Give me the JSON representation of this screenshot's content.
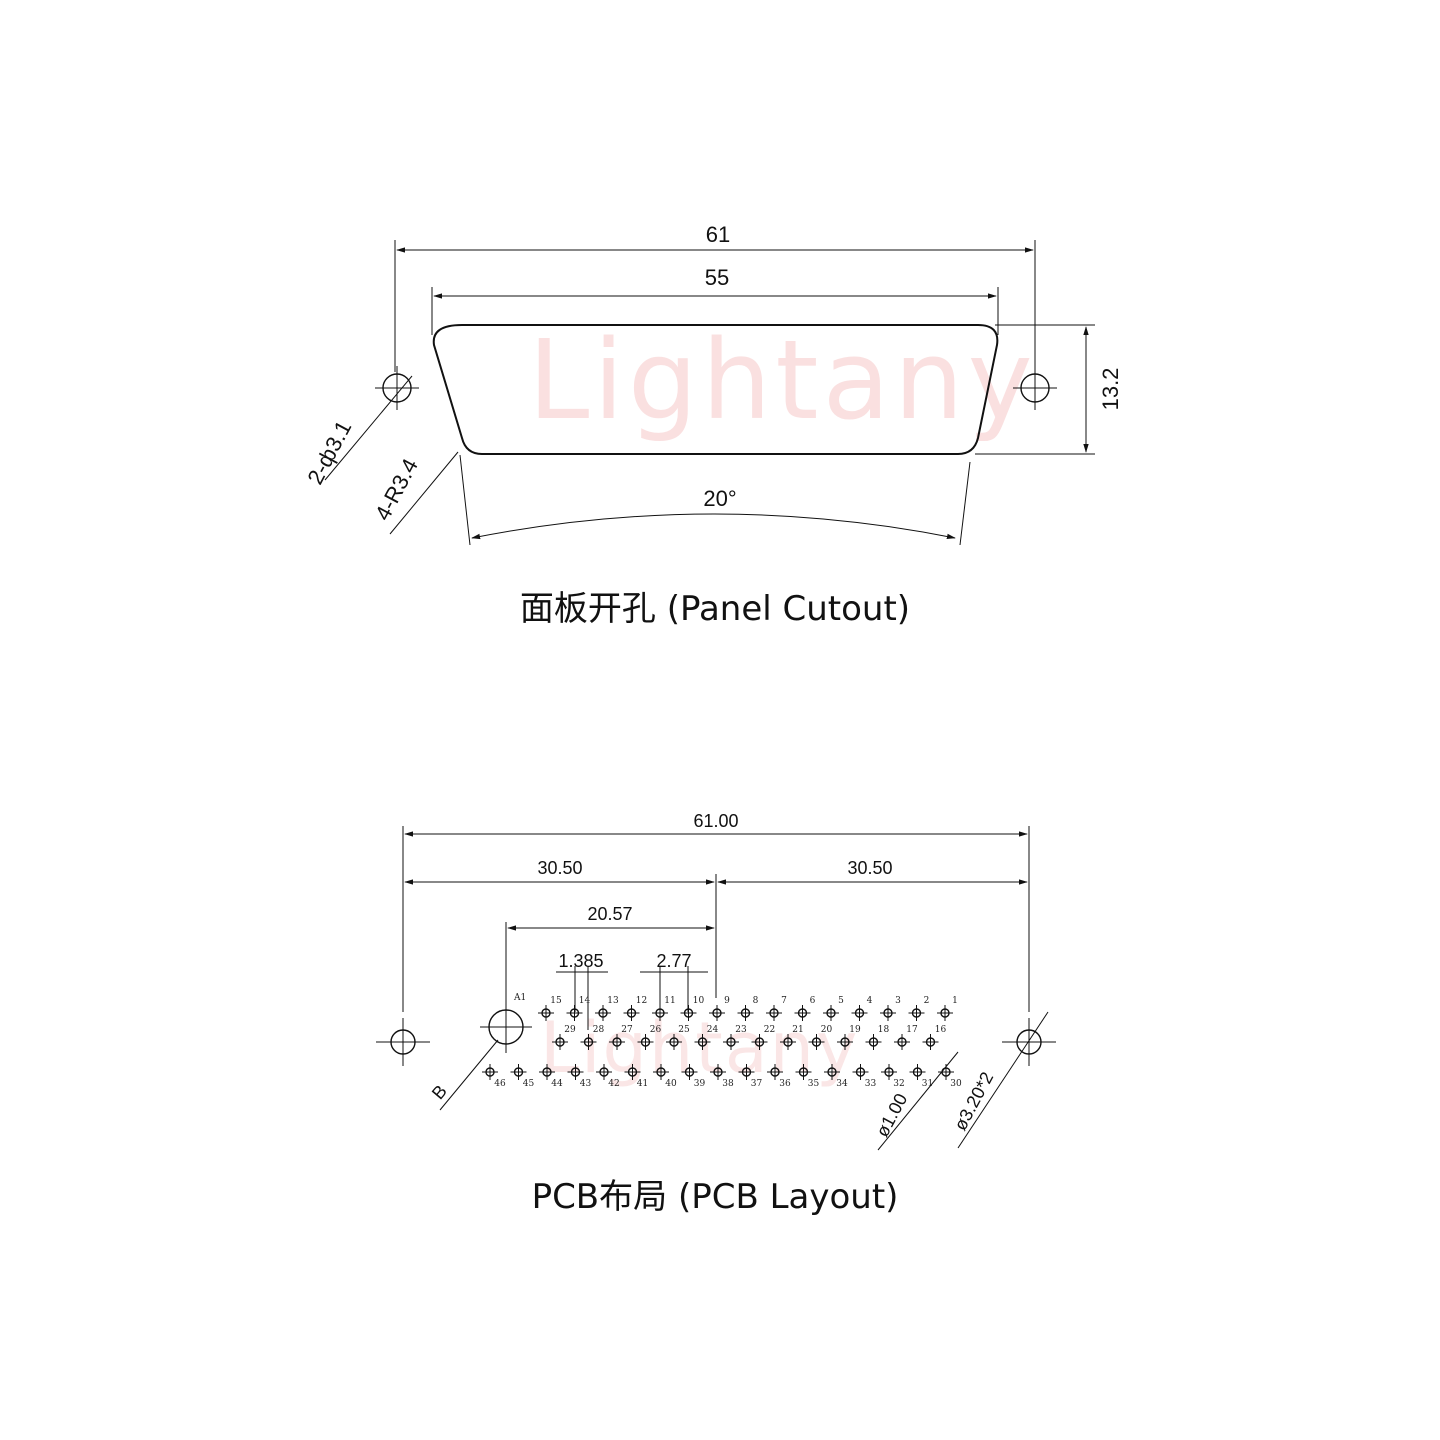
{
  "watermark": "Lightany",
  "panel": {
    "dim_overall": "61",
    "dim_inner": "55",
    "dim_height": "13.2",
    "dim_angle": "20°",
    "callout_holes": "2-ф3.1",
    "callout_radius": "4-R3.4",
    "caption": "面板开孔 (Panel Cutout)"
  },
  "pcb": {
    "dim_overall": "61.00",
    "dim_half_left": "30.50",
    "dim_half_right": "30.50",
    "dim_offset": "20.57",
    "dim_pitch_half": "1.385",
    "dim_pitch": "2.77",
    "label_a1": "A1",
    "label_b": "B",
    "callout_pin": "ø1.00",
    "callout_mount": "ø3.20*2",
    "caption": "PCB布局 (PCB Layout)",
    "row1_pins": [
      "15",
      "14",
      "13",
      "12",
      "11",
      "10",
      "9",
      "8",
      "7",
      "6",
      "5",
      "4",
      "3",
      "2",
      "1"
    ],
    "row2_pins": [
      "29",
      "28",
      "27",
      "26",
      "25",
      "24",
      "23",
      "22",
      "21",
      "20",
      "19",
      "18",
      "17",
      "16"
    ],
    "row3_pins": [
      "46",
      "45",
      "44",
      "43",
      "42",
      "41",
      "40",
      "39",
      "38",
      "37",
      "36",
      "35",
      "34",
      "33",
      "32",
      "31",
      "30"
    ]
  }
}
